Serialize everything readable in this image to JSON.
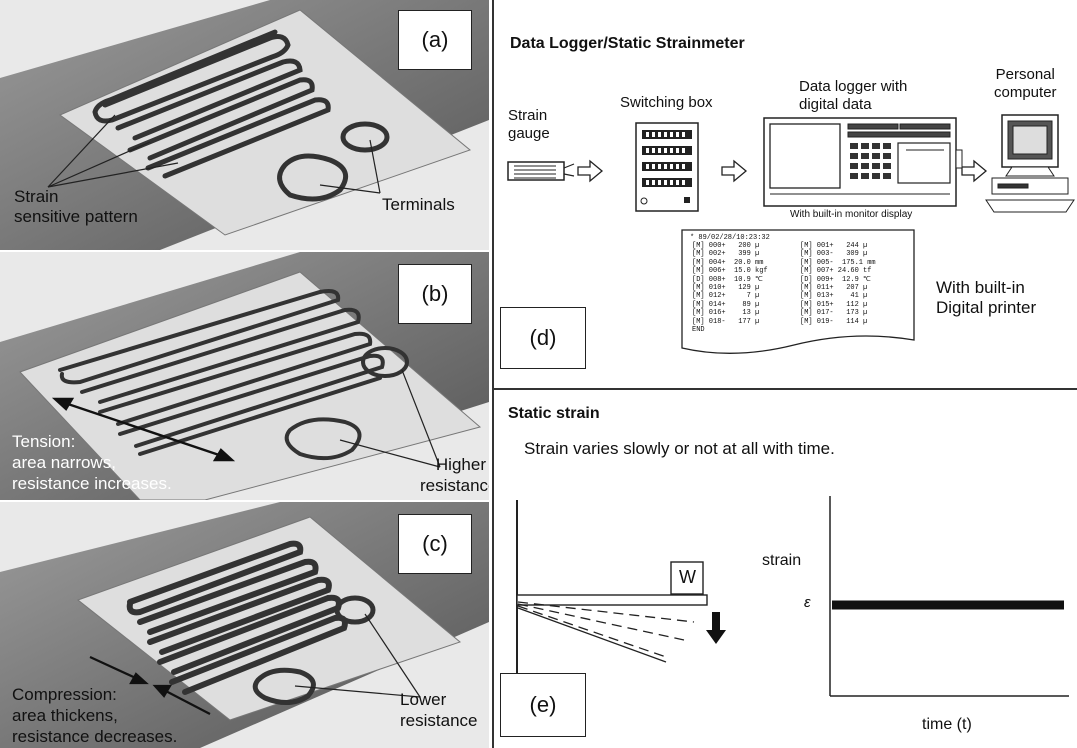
{
  "panel_a": {
    "label": "(a)",
    "caption_pattern": "Strain\nsensitive pattern",
    "caption_terminals": "Terminals"
  },
  "panel_b": {
    "label": "(b)",
    "caption_tension": "Tension:\narea narrows,\nresistance increases.",
    "caption_higher": "Higher\nresistance"
  },
  "panel_c": {
    "label": "(c)",
    "caption_compression": "Compression:\narea thickens,\nresistance decreases.",
    "caption_lower": "Lower\nresistance"
  },
  "panel_d": {
    "label": "(d)",
    "title": "Data Logger/Static Strainmeter",
    "strain_gauge": "Strain\ngauge",
    "switching_box": "Switching box",
    "data_logger": "Data logger with\ndigital data",
    "personal_computer": "Personal\ncomputer",
    "monitor_display": "With built-in monitor display",
    "digital_printer": "With built-in\nDigital printer",
    "printout_header": "* 89/02/28/10:23:32",
    "printout_left": [
      "[M] 000+   200 µ",
      "[M] 002+   399 µ",
      "[M] 004+  20.0 mm",
      "[M] 006+  15.0 kgf",
      "[D] 008+  10.9 ℃",
      "[M] 010+   129 µ",
      "[M] 012+     7 µ",
      "[M] 014+    89 µ",
      "[M] 016+    13 µ",
      "[M] 018-   177 µ",
      "END"
    ],
    "printout_right": [
      "[M] 001+   244 µ",
      "[M] 003-   309 µ",
      "[M] 005-  175.1 mm",
      "[M] 007+ 24.60 tf",
      "[D] 009+  12.9 ℃",
      "[M] 011+   207 µ",
      "[M] 013+    41 µ",
      "[M] 015+   112 µ",
      "[M] 017-   173 µ",
      "[M] 019-   114 µ"
    ]
  },
  "panel_e": {
    "label": "(e)",
    "title": "Static strain",
    "subtitle": "Strain varies slowly or not at all with time.",
    "weight": "W",
    "ylabel": "strain",
    "epsilon": "ε",
    "xlabel": "time (t)"
  },
  "colors": {
    "surface_dark": "#5c5c5c",
    "surface_light": "#8a8a8a",
    "foil": "#dcdcdc",
    "trace": "#3a3a3a",
    "frame": "#222222"
  }
}
